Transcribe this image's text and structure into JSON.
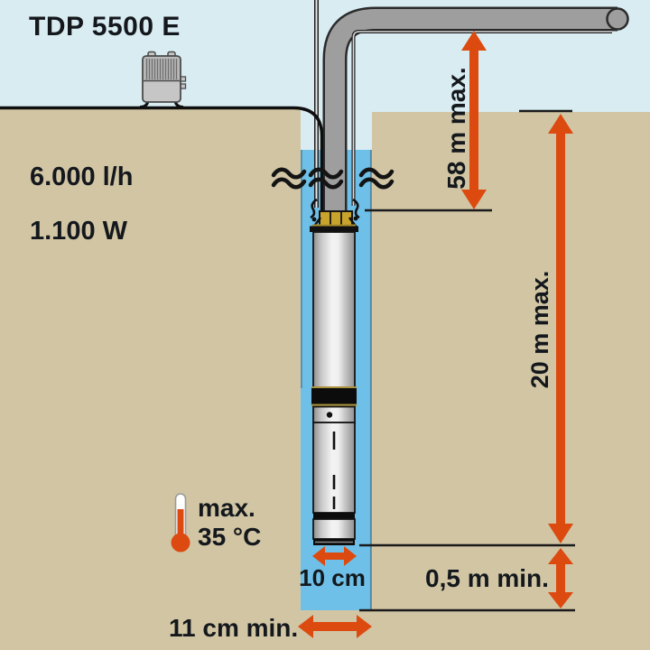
{
  "product": {
    "title": "TDP 5500 E"
  },
  "specs": {
    "flow_rate": "6.000 l/h",
    "power": "1.100 W"
  },
  "dimensions": {
    "delivery_head": "58 m max.",
    "immersion_depth": "20 m max.",
    "bottom_clearance": "0,5 m min.",
    "pump_diameter": "10 cm",
    "min_well_diameter": "11 cm min."
  },
  "temperature": {
    "prefix": "max.",
    "value": "35 °C"
  },
  "colors": {
    "sky": "#d8ecf2",
    "ground": "#d1c5a4",
    "water": "#6ec0e8",
    "arrow": "#dd4a10",
    "pipe": "#9e9e9e",
    "pipe_outline": "#2b2b2b",
    "brass": "#c9a42c",
    "ink": "#14181c"
  }
}
